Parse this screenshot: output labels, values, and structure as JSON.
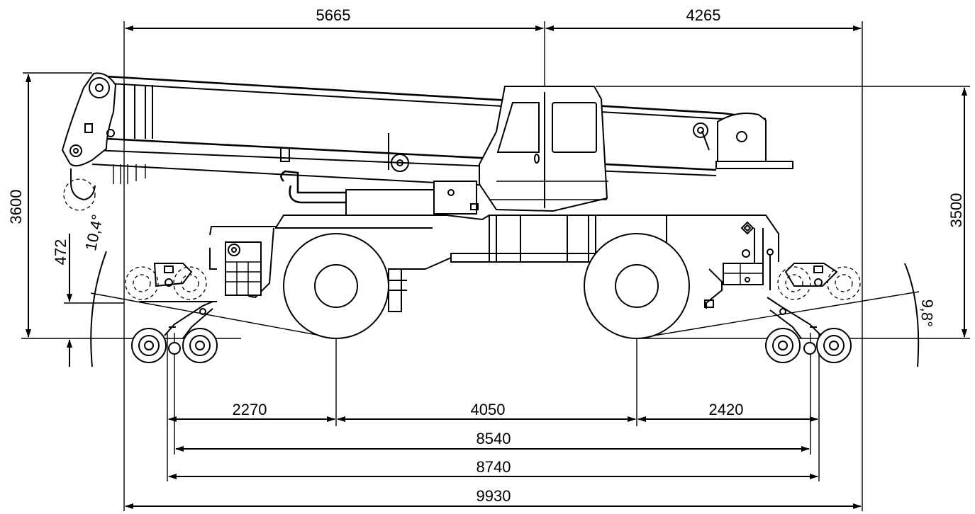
{
  "dimensions": {
    "top_left": "5665",
    "top_right": "4265",
    "height_left": "3600",
    "height_right": "3500",
    "ground_clearance": "472",
    "front_angle": "10,4°",
    "rear_angle": "9,8°",
    "front_overhang": "2270",
    "wheelbase": "4050",
    "rear_overhang": "2420",
    "rail_axle_span": "8540",
    "rail_bogie_span": "8740",
    "overall_length": "9930"
  }
}
